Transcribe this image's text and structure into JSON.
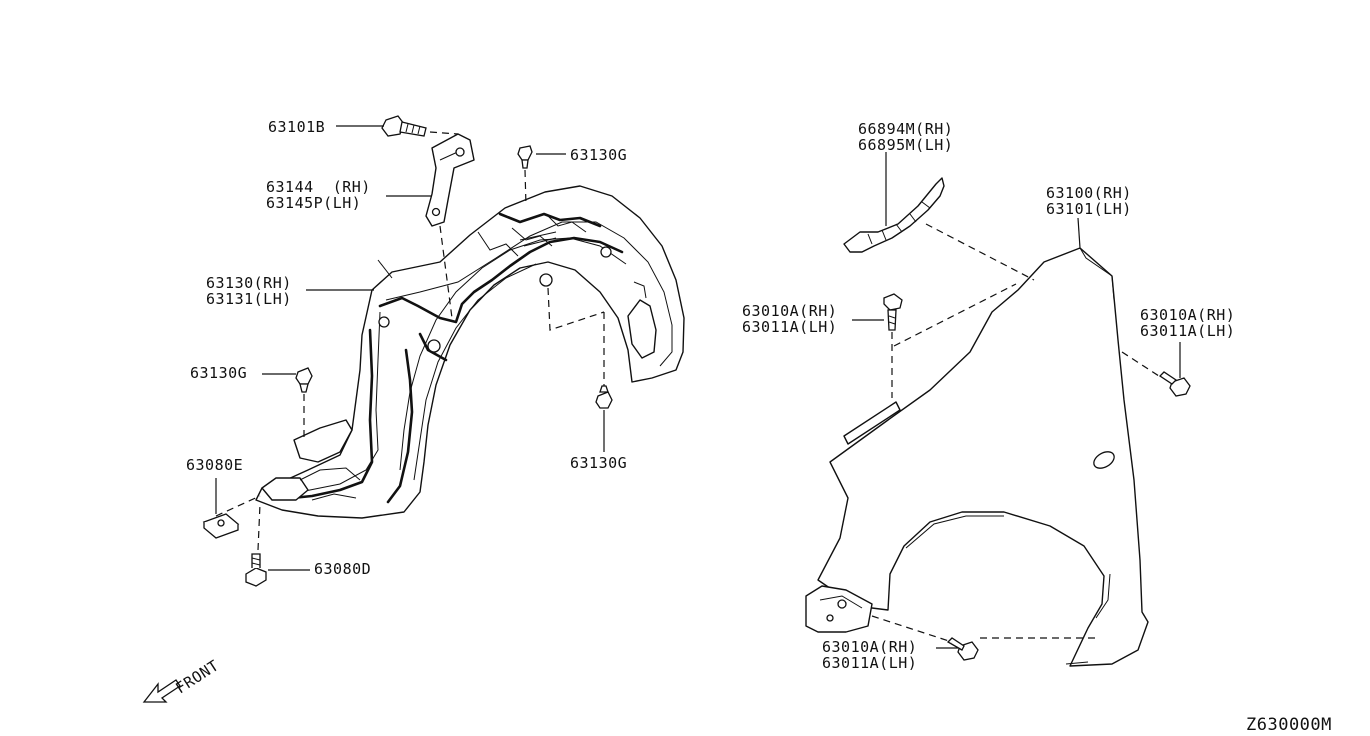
{
  "diagram": {
    "code": "Z630000M",
    "front_label": "FRONT",
    "callouts": [
      {
        "id": "c1",
        "lines": [
          "63101B"
        ]
      },
      {
        "id": "c2",
        "lines": [
          "63130G"
        ]
      },
      {
        "id": "c3",
        "lines": [
          "63144  (RH)",
          "63145P(LH)"
        ]
      },
      {
        "id": "c4",
        "lines": [
          "63130(RH)",
          "63131(LH)"
        ]
      },
      {
        "id": "c5",
        "lines": [
          "63130G"
        ]
      },
      {
        "id": "c6",
        "lines": [
          "63080E"
        ]
      },
      {
        "id": "c7",
        "lines": [
          "63080D"
        ]
      },
      {
        "id": "c8",
        "lines": [
          "63130G"
        ]
      },
      {
        "id": "c9",
        "lines": [
          "66894M(RH)",
          "66895M(LH)"
        ]
      },
      {
        "id": "c10",
        "lines": [
          "63100(RH)",
          "63101(LH)"
        ]
      },
      {
        "id": "c11",
        "lines": [
          "63010A(RH)",
          "63011A(LH)"
        ]
      },
      {
        "id": "c12",
        "lines": [
          "63010A(RH)",
          "63011A(LH)"
        ]
      },
      {
        "id": "c13",
        "lines": [
          "63010A(RH)",
          "63011A(LH)"
        ]
      }
    ]
  }
}
